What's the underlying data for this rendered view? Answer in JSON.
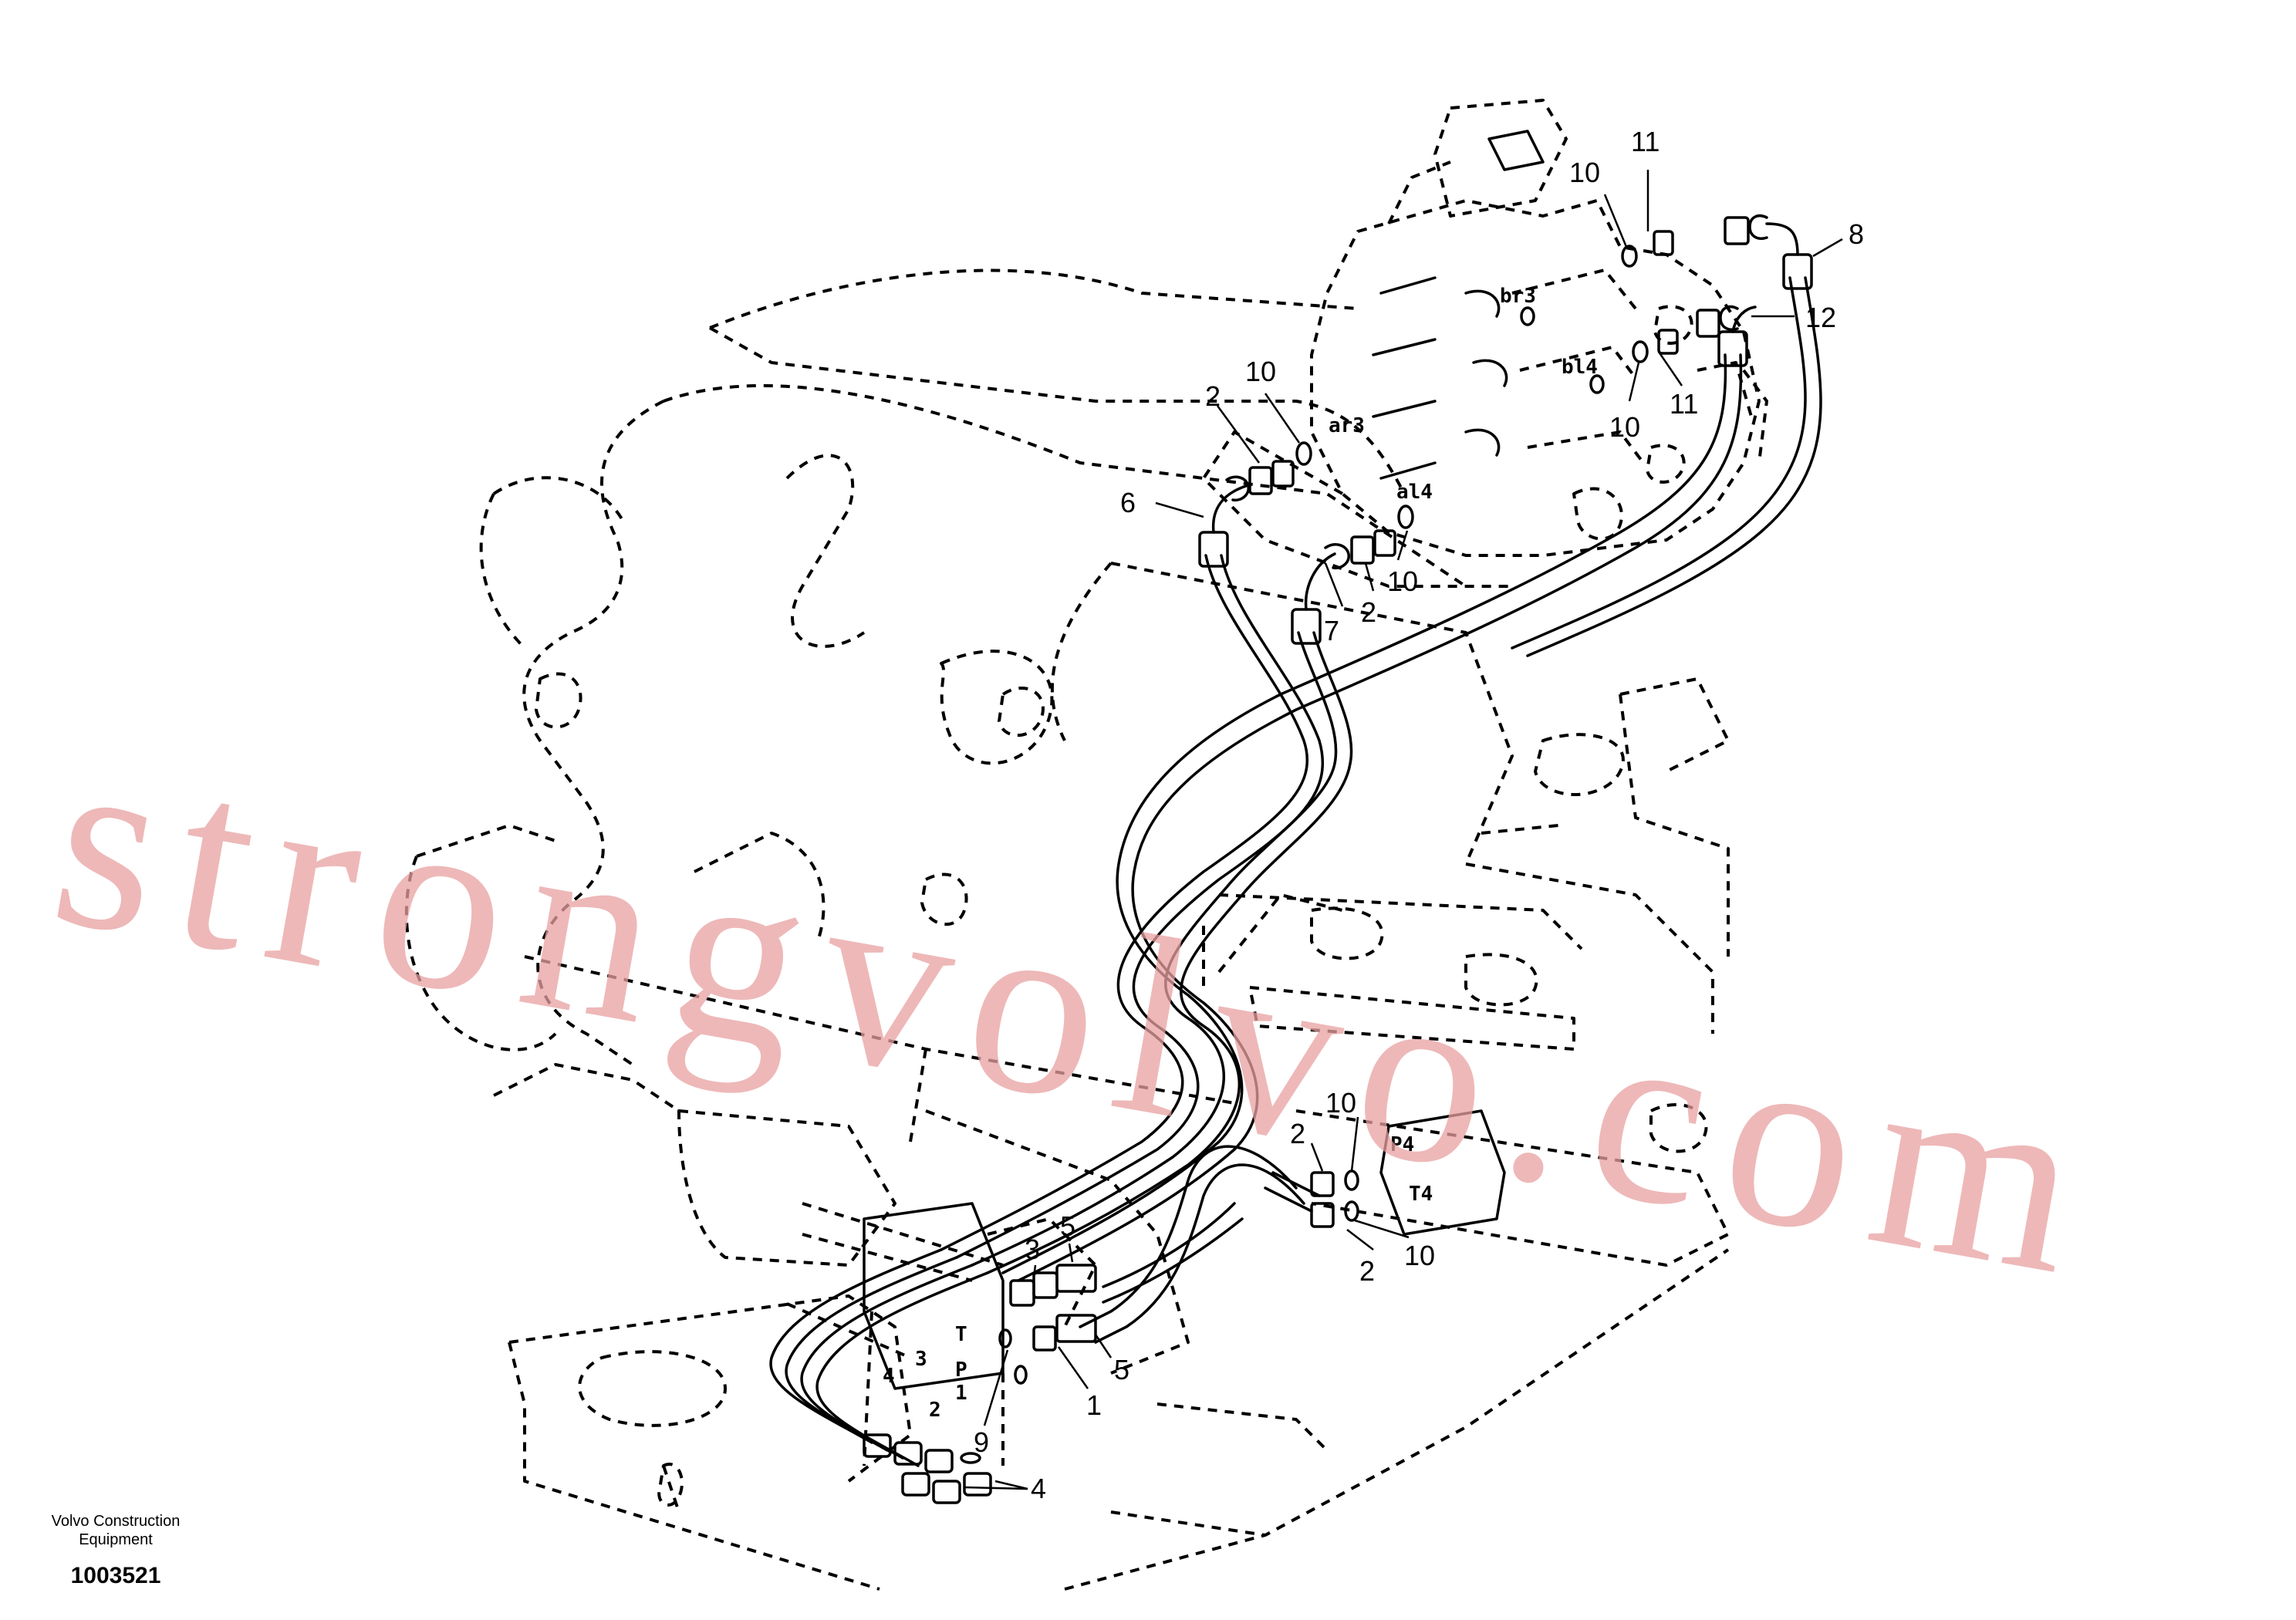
{
  "callouts": [
    {
      "id": "c11a",
      "text": "11"
    },
    {
      "id": "c10a",
      "text": "10"
    },
    {
      "id": "c8",
      "text": "8"
    },
    {
      "id": "c12",
      "text": "12"
    },
    {
      "id": "c11b",
      "text": "11"
    },
    {
      "id": "c10b",
      "text": "10"
    },
    {
      "id": "c10c",
      "text": "10"
    },
    {
      "id": "c2a",
      "text": "2"
    },
    {
      "id": "c6",
      "text": "6"
    },
    {
      "id": "c7",
      "text": "7"
    },
    {
      "id": "c2b",
      "text": "2"
    },
    {
      "id": "c10d",
      "text": "10"
    },
    {
      "id": "c10e",
      "text": "10"
    },
    {
      "id": "c2c",
      "text": "2"
    },
    {
      "id": "c10f",
      "text": "10"
    },
    {
      "id": "c2d",
      "text": "2"
    },
    {
      "id": "c3",
      "text": "3"
    },
    {
      "id": "c5a",
      "text": "5"
    },
    {
      "id": "c5b",
      "text": "5"
    },
    {
      "id": "c1",
      "text": "1"
    },
    {
      "id": "c9",
      "text": "9"
    },
    {
      "id": "c4",
      "text": "4"
    }
  ],
  "port_labels": {
    "br3": "br3",
    "bl4": "bl4",
    "ar3": "ar3",
    "al4": "al4",
    "p4": "P4",
    "t4": "T4",
    "t": "T",
    "p": "P",
    "n4": "4",
    "n3": "3",
    "n1": "1",
    "n2": "2"
  },
  "watermark": {
    "text": "strongvolvo.com",
    "color": "#e8a0a0"
  },
  "credit": {
    "line1": "Volvo Construction",
    "line2": "Equipment",
    "part_number": "1003521"
  }
}
